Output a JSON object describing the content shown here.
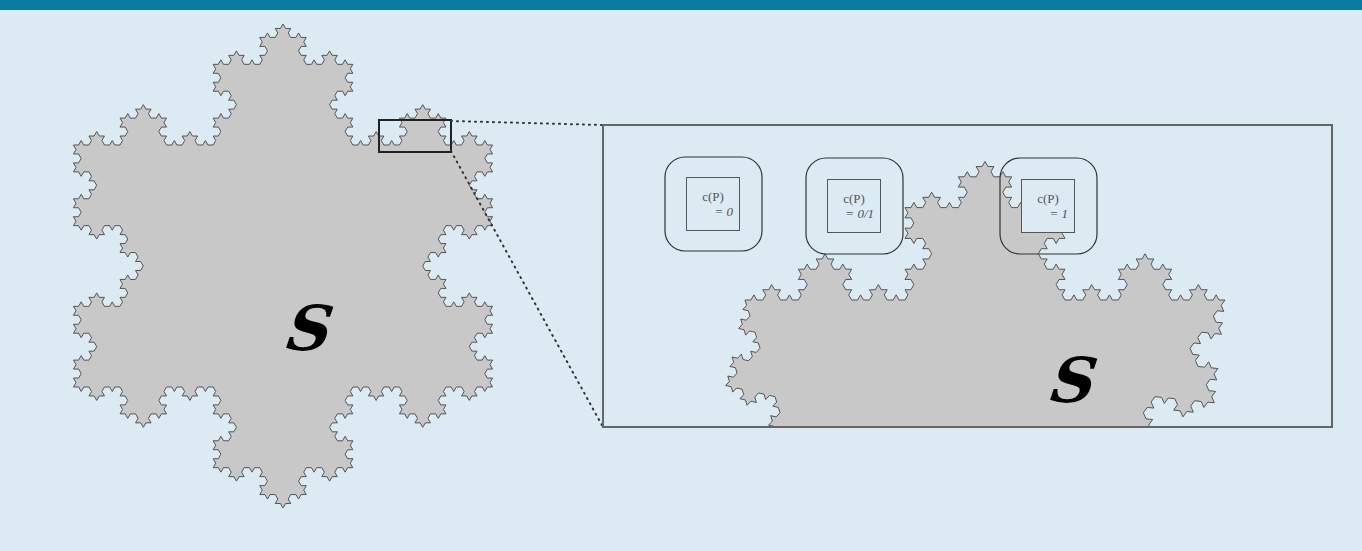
{
  "diagram": {
    "nodes": [
      {
        "text": [
          "c(P)",
          "= 0"
        ]
      },
      {
        "text": [
          "c(P)",
          "= 0/1"
        ]
      },
      {
        "text": [
          "c(P)",
          "= 1"
        ]
      }
    ],
    "labels": [
      "S",
      "S"
    ]
  }
}
